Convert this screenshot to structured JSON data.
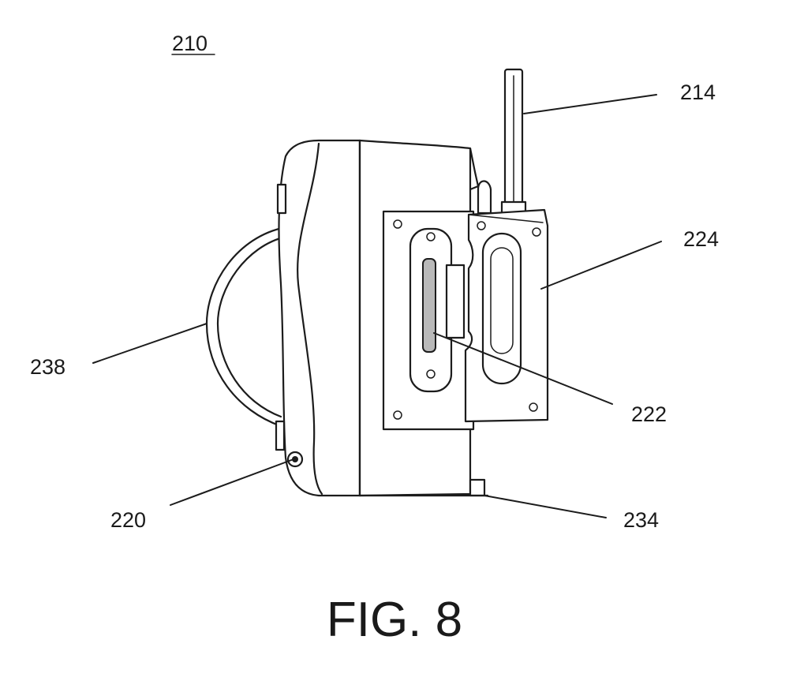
{
  "figure": {
    "number_ref": "210",
    "caption": "FIG. 8"
  },
  "reference_labels": {
    "antenna": "214",
    "clip": "224",
    "slot": "222",
    "handle": "238",
    "button": "220",
    "foot": "234"
  }
}
